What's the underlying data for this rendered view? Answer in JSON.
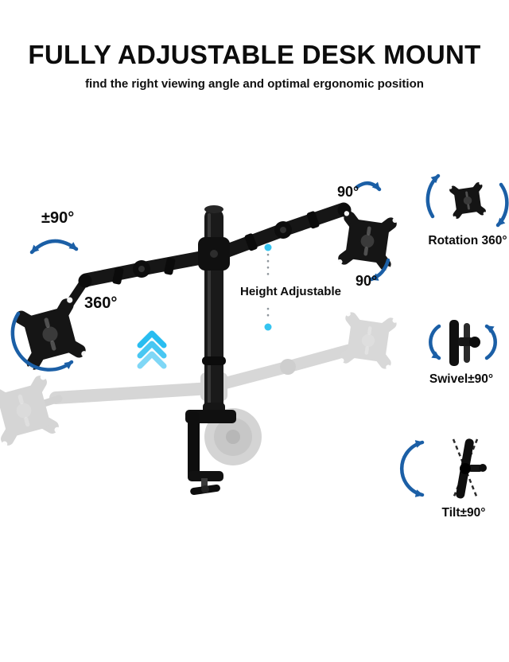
{
  "header": {
    "title": "FULLY ADJUSTABLE DESK MOUNT",
    "subtitle": "find the right viewing angle and optimal ergonomic position"
  },
  "annotations": {
    "arm_swivel": "±90°",
    "plate_rotation": "360°",
    "tilt_up": "90°",
    "tilt_down": "90°",
    "height": "Height Adjustable"
  },
  "features": [
    {
      "id": "rotation",
      "label": "Rotation 360°"
    },
    {
      "id": "swivel",
      "label": "Swivel±90°"
    },
    {
      "id": "tilt",
      "label": "Tilt±90°"
    }
  ],
  "icons": {
    "rotation": "circular-rotation-arrows",
    "swivel": "side-plate-with-swivel-arrows",
    "tilt": "tilted-plate-with-arc-arrow",
    "height": "up-chevrons",
    "height_line": "dotted-vertical-line-with-cyan-dots"
  },
  "colors": {
    "arrow_blue": "#1b5fa6",
    "accent_cyan": "#35c4f0",
    "product_black": "#141414",
    "ghost_gray": "#cfcfcf",
    "text_black": "#0c0c0c"
  }
}
